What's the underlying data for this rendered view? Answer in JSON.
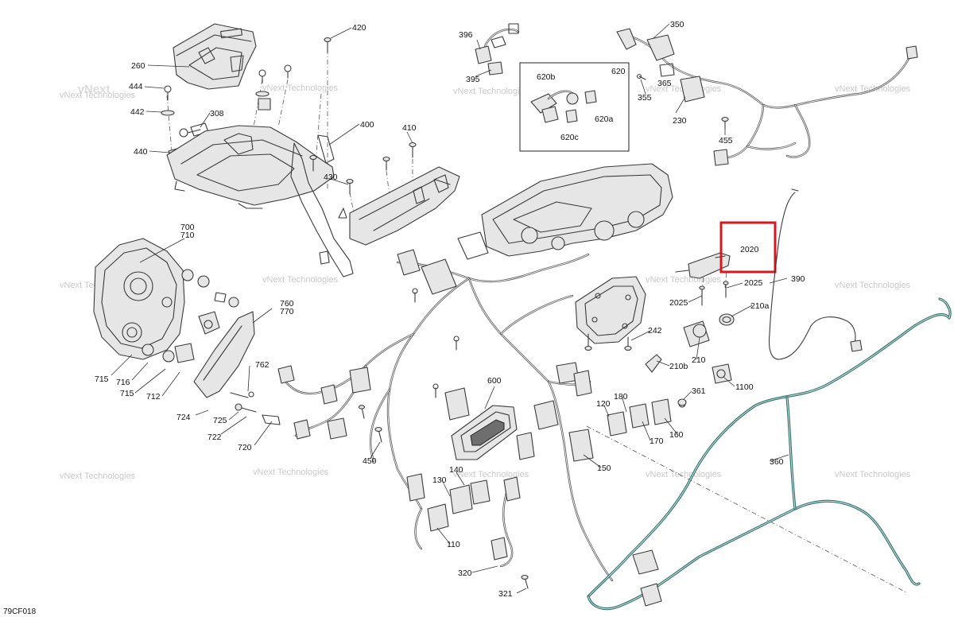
{
  "watermark": {
    "line1": "vNext",
    "line2": "Technologies",
    "full": "vNext Technologies"
  },
  "diagram_code": "79CF018",
  "highlight": {
    "label": "2020",
    "color": "#d9161b"
  },
  "part_labels": {
    "p260": "260",
    "p444": "444",
    "p442": "442",
    "p308": "308",
    "p440": "440",
    "p420": "420",
    "p400": "400",
    "p410": "410",
    "p430": "430",
    "p396": "396",
    "p395": "395",
    "p620": "620",
    "p620b": "620b",
    "p620a": "620a",
    "p620c": "620c",
    "p350": "350",
    "p355": "355",
    "p365": "365",
    "p230": "230",
    "p455": "455",
    "p700": "700",
    "p710": "710",
    "p760": "760",
    "p770": "770",
    "p715a": "715",
    "p716": "716",
    "p715b": "715",
    "p712": "712",
    "p762": "762",
    "p724": "724",
    "p725": "725",
    "p722": "722",
    "p720": "720",
    "p2025a": "2025",
    "p2025b": "2025",
    "p390": "390",
    "p210a": "210a",
    "p242": "242",
    "p210": "210",
    "p210b": "210b",
    "p1100": "1100",
    "p361": "361",
    "p600": "600",
    "p180": "180",
    "p120": "120",
    "p170": "170",
    "p160": "160",
    "p150": "150",
    "p360": "360",
    "p450": "450",
    "p140": "140",
    "p130": "130",
    "p110": "110",
    "p320": "320",
    "p321": "321"
  },
  "colors": {
    "harness": "#4a4a4a",
    "cable_360": "#2f6e6a",
    "line": "#3a3a3a"
  }
}
